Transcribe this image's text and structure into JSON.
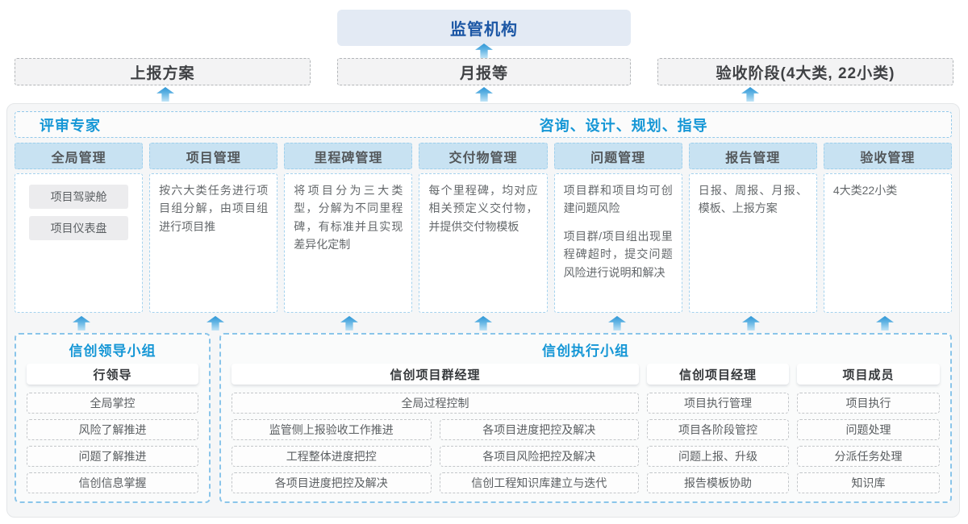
{
  "regulator": {
    "label": "监管机构"
  },
  "report_row": {
    "plan": "上报方案",
    "monthly": "月报等",
    "acceptance": "验收阶段(4大类, 22小类)"
  },
  "expert_bar": {
    "left": "评审专家",
    "right": "咨询、设计、规划、指导"
  },
  "columns": [
    {
      "title": "全局管理",
      "chips": [
        "项目驾驶舱",
        "项目仪表盘"
      ]
    },
    {
      "title": "项目管理",
      "text": "按六大类任务进行项目组分解，由项目组进行项目推"
    },
    {
      "title": "里程碑管理",
      "text": "将项目分为三大类型，分解为不同里程碑，有标准并且实现差异化定制"
    },
    {
      "title": "交付物管理",
      "text": "每个里程碑，均对应相关预定义交付物，并提供交付物模板"
    },
    {
      "title": "问题管理",
      "paragraphs": [
        "项目群和项目均可创建问题风险",
        "项目群/项目组出现里程碑超时，提交问题风险进行说明和解决"
      ]
    },
    {
      "title": "报告管理",
      "text": "日报、周报、月报、模板、上报方案"
    },
    {
      "title": "验收管理",
      "text": "4大类22小类"
    }
  ],
  "leadership": {
    "title": "信创领导小组",
    "role": "行领导",
    "items": [
      "全局掌控",
      "风险了解推进",
      "问题了解推进",
      "信创信息掌握"
    ]
  },
  "execution": {
    "title": "信创执行小组",
    "program_manager": {
      "role": "信创项目群经理",
      "full_item": "全局过程控制",
      "left_items": [
        "监管侧上报验收工作推进",
        "工程整体进度把控",
        "各项目进度把控及解决"
      ],
      "right_items": [
        "各项目进度把控及解决",
        "各项目风险把控及解决",
        "信创工程知识库建立与迭代"
      ]
    },
    "project_manager": {
      "role": "信创项目经理",
      "items": [
        "项目执行管理",
        "项目各阶段管控",
        "问题上报、升级",
        "报告模板协助"
      ]
    },
    "members": {
      "role": "项目成员",
      "items": [
        "项目执行",
        "问题处理",
        "分派任务处理",
        "知识库"
      ]
    }
  },
  "colors": {
    "accent_blue": "#1697d6",
    "navy_text": "#1c57a5",
    "regulator_bg": "#e3eaf4",
    "column_header_bg": "#c8e2f2",
    "arrow_blue": "#2e96d6"
  }
}
